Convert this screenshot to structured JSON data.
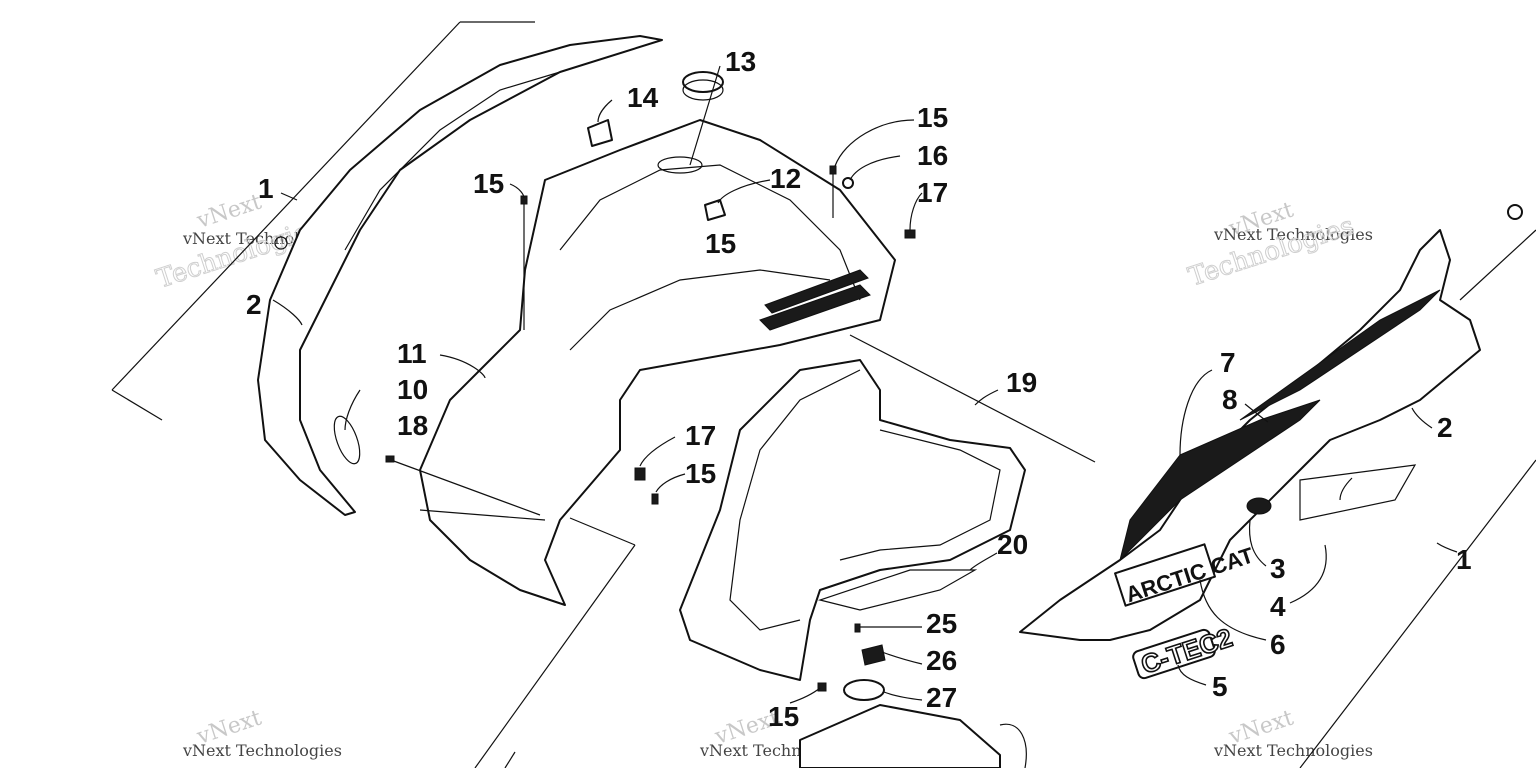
{
  "callouts": [
    {
      "id": "c1",
      "text": "1"
    },
    {
      "id": "c2",
      "text": "2"
    },
    {
      "id": "c3",
      "text": "10"
    },
    {
      "id": "c4",
      "text": "18"
    },
    {
      "id": "c5",
      "text": "11"
    },
    {
      "id": "c6",
      "text": "15"
    },
    {
      "id": "c7",
      "text": "14"
    },
    {
      "id": "c8",
      "text": "13"
    },
    {
      "id": "c9",
      "text": "12"
    },
    {
      "id": "c10",
      "text": "15"
    },
    {
      "id": "c11",
      "text": "15"
    },
    {
      "id": "c12",
      "text": "16"
    },
    {
      "id": "c13",
      "text": "17"
    },
    {
      "id": "c14",
      "text": "19"
    },
    {
      "id": "c15",
      "text": "17"
    },
    {
      "id": "c16",
      "text": "15"
    },
    {
      "id": "c17",
      "text": "20"
    },
    {
      "id": "c18",
      "text": "25"
    },
    {
      "id": "c19",
      "text": "26"
    },
    {
      "id": "c20",
      "text": "27"
    },
    {
      "id": "c21",
      "text": "15"
    },
    {
      "id": "c22",
      "text": "7"
    },
    {
      "id": "c23",
      "text": "8"
    },
    {
      "id": "c24",
      "text": "2"
    },
    {
      "id": "c25",
      "text": "1"
    },
    {
      "id": "c26",
      "text": "3"
    },
    {
      "id": "c27",
      "text": "4"
    },
    {
      "id": "c28",
      "text": "6"
    },
    {
      "id": "c29",
      "text": "5"
    }
  ],
  "watermark": {
    "line_top": "vNext",
    "line_mid": "vNext Technologies",
    "line_big": "Technologies"
  },
  "decals": {
    "brand": "ARCTIC CAT",
    "model": "C-TEC2"
  }
}
